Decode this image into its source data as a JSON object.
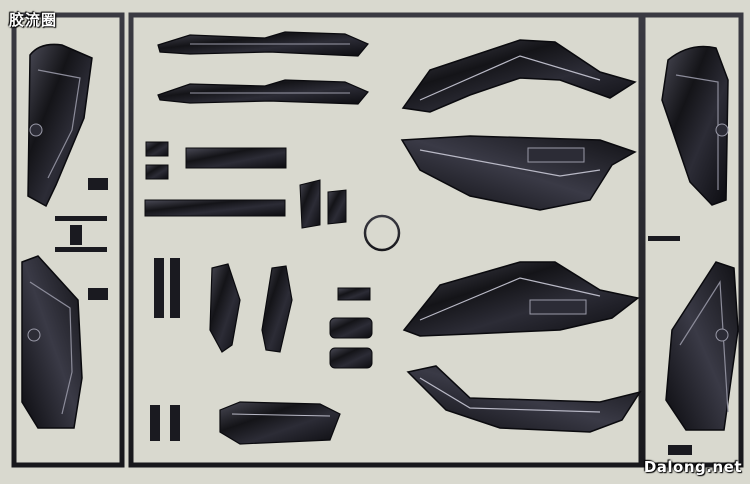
{
  "photo": {
    "subject": "model-kit-sprue",
    "colors": {
      "background": "#d9d9cf",
      "plastic": "#141418",
      "plastic_mid": "#2c2c36",
      "highlight": "#b9b9c6",
      "frame": "#26262c"
    }
  },
  "watermarks": {
    "top_left": "胶流圈",
    "bottom_right": "Dalong.net"
  }
}
